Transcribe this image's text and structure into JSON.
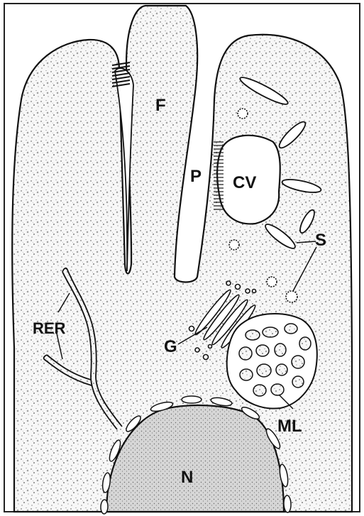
{
  "colors": {
    "ink": "#111111",
    "paper": "#ffffff",
    "cytoplasm": "#f7f7f7",
    "nucleus": "#d9d9d9"
  },
  "labels": {
    "f": "F",
    "p": "P",
    "cv": "CV",
    "s": "S",
    "rer": "RER",
    "g": "G",
    "ml": "ML",
    "n": "N"
  }
}
